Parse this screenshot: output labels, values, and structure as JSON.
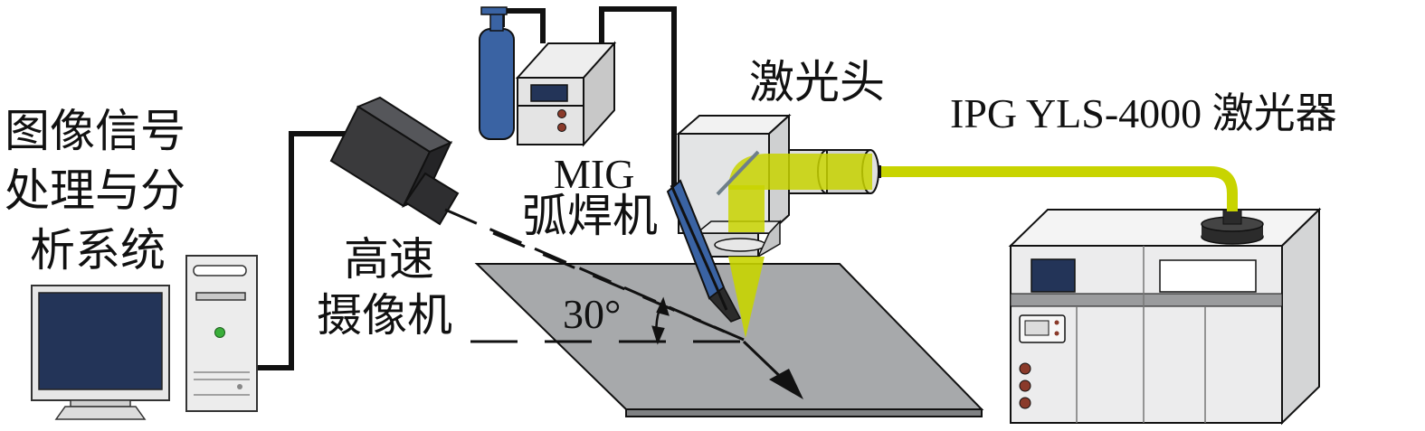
{
  "labels": {
    "image_system": [
      "图像信号",
      "处理与分",
      "析系统"
    ],
    "camera": [
      "高速",
      "摄像机"
    ],
    "mig_en": "MIG",
    "mig_cn": "弧焊机",
    "laser_head": "激光头",
    "laser_source": "IPG YLS-4000 激光器",
    "angle": "30°"
  },
  "colors": {
    "laser_beam": "#c8d400",
    "gas_cylinder": "#3a63a3",
    "plate": "#a7a9ab",
    "camera_body": "#3a3a3c",
    "device_gray": "#d9dadb"
  }
}
